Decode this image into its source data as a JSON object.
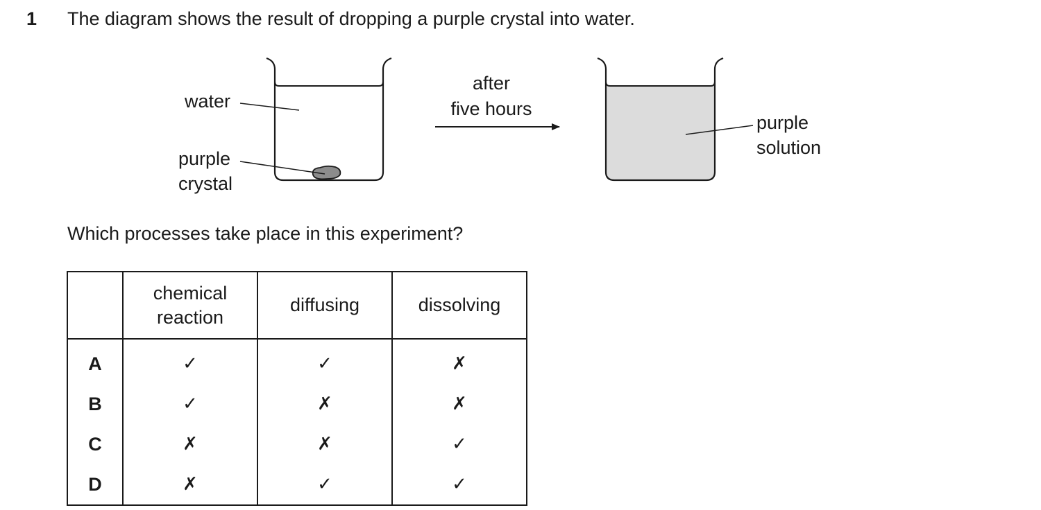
{
  "question": {
    "number": "1",
    "text": "The diagram shows the result of dropping a purple crystal into water.",
    "sub_question": "Which processes take place in this experiment?"
  },
  "diagram": {
    "label_water": "water",
    "label_crystal_line1": "purple",
    "label_crystal_line2": "crystal",
    "arrow_line1": "after",
    "arrow_line2": "five hours",
    "label_solution_line1": "purple",
    "label_solution_line2": "solution",
    "colors": {
      "solution_fill": "#dcdcdc",
      "crystal_fill": "#8c8c8c",
      "ink": "#1a1a1a"
    }
  },
  "table": {
    "headers": [
      {
        "line1": "chemical",
        "line2": "reaction"
      },
      {
        "line1": "diffusing",
        "line2": ""
      },
      {
        "line1": "dissolving",
        "line2": ""
      }
    ],
    "rows": [
      {
        "letter": "A",
        "cells": [
          "✓",
          "✓",
          "✗"
        ]
      },
      {
        "letter": "B",
        "cells": [
          "✓",
          "✗",
          "✗"
        ]
      },
      {
        "letter": "C",
        "cells": [
          "✗",
          "✗",
          "✓"
        ]
      },
      {
        "letter": "D",
        "cells": [
          "✗",
          "✓",
          "✓"
        ]
      }
    ]
  }
}
